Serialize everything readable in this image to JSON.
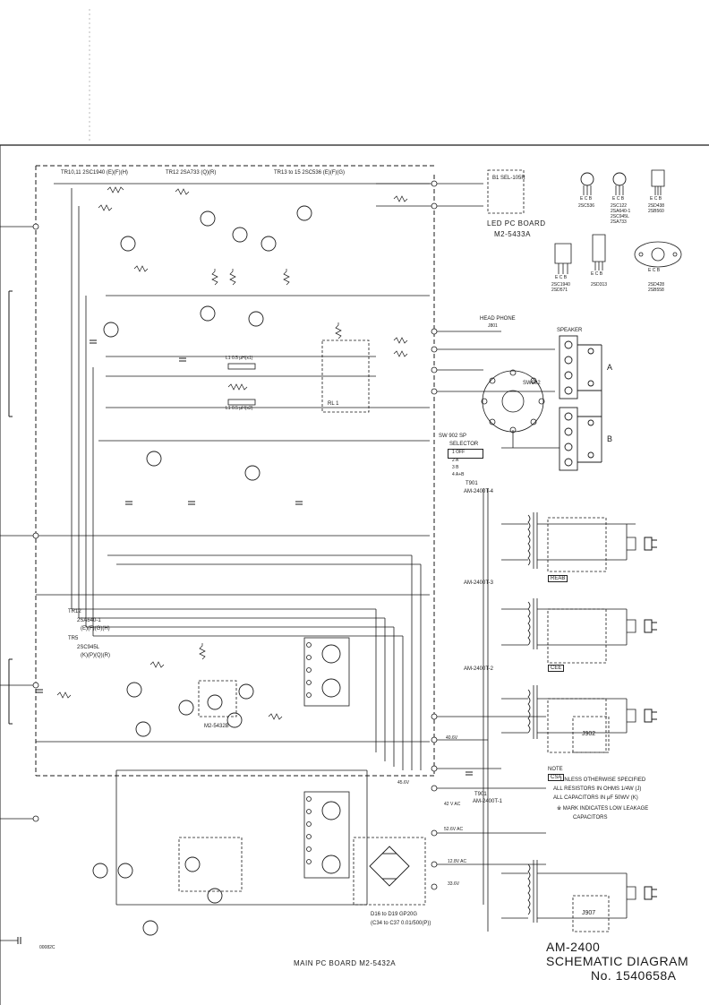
{
  "header": {
    "tr10_11": "TR10,11  2SC1940 (E)(F)(H)",
    "tr12": "TR12  2SA733 (Q)(R)",
    "tr13_15": "TR13 to 15  2SC536 (E)(F)(G)"
  },
  "led_board": {
    "title": "LED PC BOARD",
    "number": "M2-5433A",
    "part": "B1 SEL-105R"
  },
  "transistors": [
    {
      "pins": "E C B",
      "names": [
        "2SC536"
      ]
    },
    {
      "pins": "E C B",
      "names": [
        "2SC122",
        "2SA640-1",
        "2SC945L",
        "2SA733"
      ]
    },
    {
      "pins": "E C B",
      "names": [
        "2SD438",
        "2SB560"
      ]
    },
    {
      "pins": "E C B",
      "names": [
        "2SC1940",
        "2SD571"
      ]
    },
    {
      "pins": "E C B",
      "names": [
        "2SD313"
      ]
    },
    {
      "pins": "E C B",
      "names": [
        "2SD428",
        "2SB558"
      ]
    }
  ],
  "headphone": {
    "label": "HEAD PHONE",
    "jack": "J801"
  },
  "speaker": {
    "label": "SPEAKER",
    "a": "A",
    "b": "B",
    "switch": "SW902"
  },
  "selector": {
    "title": "SW 902  SP",
    "subtitle": "SELECTOR",
    "rows": [
      "1   OFF",
      "2   A",
      "3   B",
      "4   A+B"
    ]
  },
  "relay": "RL 1",
  "coils": [
    "L1 0.5 μH(x1)",
    "L1 0.5 μH(x2)"
  ],
  "transformers": [
    {
      "name": "AM-2400T-4",
      "region": "REAB"
    },
    {
      "name": "AM-2400T-3",
      "region": "CEE"
    },
    {
      "name": "AM-2400T-2",
      "region": "CSA"
    },
    {
      "name": "AM-2400T-1",
      "region": ""
    }
  ],
  "t901": "T901",
  "bottom_left": {
    "tr12": "TR12",
    "tr12_type": "2SA640-1",
    "tr12_rank": "(E)(F)(G)(H)",
    "tr5": "TR5",
    "tr5_type": "2SC945L",
    "tr5_rank": "(K)(P)(Q)(R)"
  },
  "sub_board": "M2-5432B",
  "jacks": [
    "J902",
    "J907"
  ],
  "diodes": {
    "line1": "D16 to D19    GP20G",
    "line2": "(C34 to C37   0.01/500(P))"
  },
  "voltages": [
    "40.6V",
    "45.6V",
    "42 V AC",
    "52.6V AC",
    "12.8V AC",
    "33.6V"
  ],
  "note": {
    "title": "NOTE",
    "lines": [
      "UNLESS OTHERWISE SPECIFIED",
      "ALL RESISTORS IN OHMS  1/4W (J)",
      "ALL CAPACITORS IN μF   50WV (K)",
      "",
      "※ MARK INDICATES  LOW LEAKAGE",
      "CAPACITORS"
    ]
  },
  "main_board": "MAIN PC BOARD   M2-5432A",
  "title_block": {
    "model": "AM-2400",
    "title": "SCHEMATIC DIAGRAM",
    "number": "No. 1540658A"
  },
  "footer_code": "00082C"
}
